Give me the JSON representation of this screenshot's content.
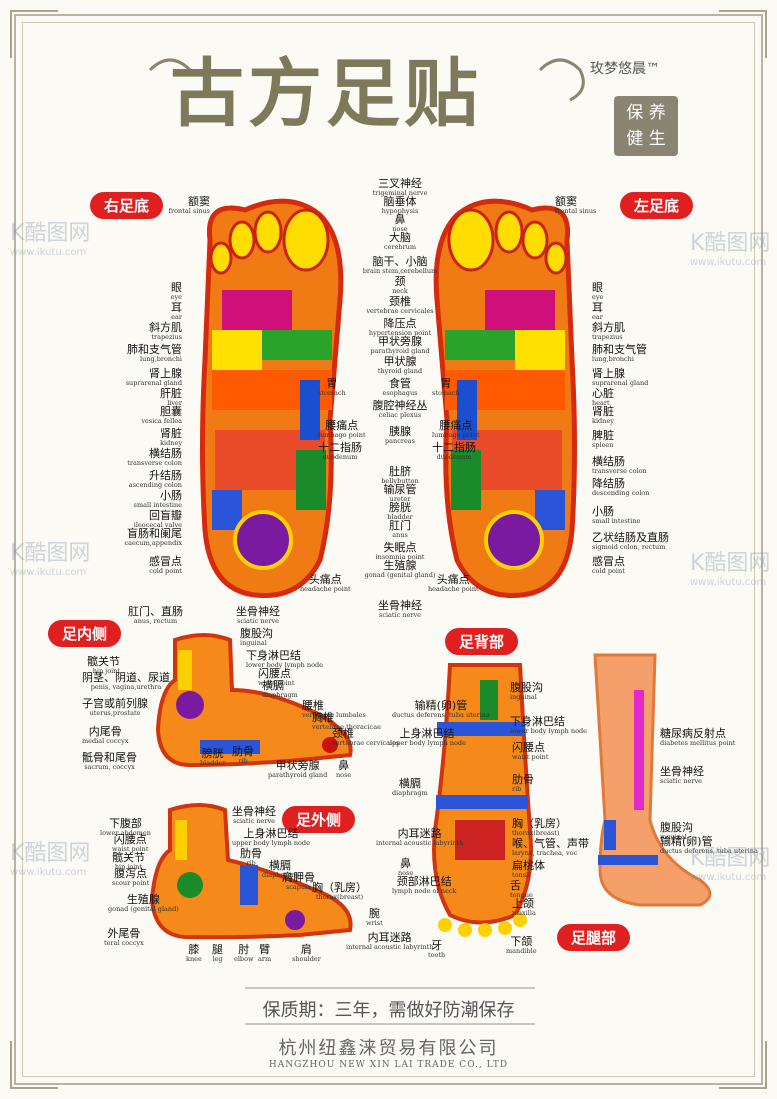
{
  "header": {
    "title": "古方足贴",
    "brand": "玫梦悠晨™",
    "seal_line1": "保 养",
    "seal_line2": "健 生"
  },
  "sections": {
    "right_sole": "右足底",
    "left_sole": "左足底",
    "inner_foot": "足内侧",
    "foot_top": "足背部",
    "outer_foot": "足外侧",
    "leg": "足腿部"
  },
  "center_labels": [
    {
      "zh": "三叉神经",
      "en": "trigeminal nerve"
    },
    {
      "zh": "脑垂体",
      "en": "hypophysis"
    },
    {
      "zh": "鼻",
      "en": "nose"
    },
    {
      "zh": "大脑",
      "en": "cerebrum"
    },
    {
      "zh": "脑干、小脑",
      "en": "brain stem,cerebellum"
    },
    {
      "zh": "颈",
      "en": "neck"
    },
    {
      "zh": "颈椎",
      "en": "vertebrae cervicales"
    },
    {
      "zh": "降压点",
      "en": "hypertension point"
    },
    {
      "zh": "甲状旁腺",
      "en": "parathyroid gland"
    },
    {
      "zh": "甲状腺",
      "en": "thyroid gland"
    },
    {
      "zh": "食管",
      "en": "esophagus"
    },
    {
      "zh": "腹腔神经丛",
      "en": "celiac plexus"
    },
    {
      "zh": "胰腺",
      "en": "pancreas"
    },
    {
      "zh": "肚脐",
      "en": "bellybutton"
    },
    {
      "zh": "输尿管",
      "en": "ureter"
    },
    {
      "zh": "膀胱",
      "en": "bladder"
    },
    {
      "zh": "肛门",
      "en": "anus"
    },
    {
      "zh": "失眠点",
      "en": "insomnia point"
    },
    {
      "zh": "生殖腺",
      "en": "gonad (genital gland)"
    },
    {
      "zh": "坐骨神经",
      "en": "sciatic nerve"
    }
  ],
  "center_pairs": [
    {
      "left": {
        "zh": "胃",
        "en": "stomach"
      },
      "right": {
        "zh": "胃",
        "en": "stomach"
      }
    },
    {
      "left": {
        "zh": "腰痛点",
        "en": "lumbago point"
      },
      "right": {
        "zh": "腰痛点",
        "en": "lumbago point"
      }
    },
    {
      "left": {
        "zh": "十二指肠",
        "en": "duodenum"
      },
      "right": {
        "zh": "十二指肠",
        "en": "duodenum"
      }
    },
    {
      "left": {
        "zh": "头痛点",
        "en": "headache point"
      },
      "right": {
        "zh": "头痛点",
        "en": "headache point"
      }
    }
  ],
  "right_sole_labels": [
    {
      "zh": "额窦",
      "en": "frontal sinus"
    },
    {
      "zh": "眼",
      "en": "eye"
    },
    {
      "zh": "耳",
      "en": "ear"
    },
    {
      "zh": "斜方肌",
      "en": "trapezius"
    },
    {
      "zh": "肺和支气管",
      "en": "lung,bronchi"
    },
    {
      "zh": "肾上腺",
      "en": "suprarenal gland"
    },
    {
      "zh": "肝脏",
      "en": "liver"
    },
    {
      "zh": "胆囊",
      "en": "vesica fellea"
    },
    {
      "zh": "肾脏",
      "en": "kidney"
    },
    {
      "zh": "横结肠",
      "en": "transverse colon"
    },
    {
      "zh": "升结肠",
      "en": "ascending colon"
    },
    {
      "zh": "小肠",
      "en": "small intestine"
    },
    {
      "zh": "回盲瓣",
      "en": "ileocecal valve"
    },
    {
      "zh": "盲肠和阑尾",
      "en": "caecum,appendix"
    },
    {
      "zh": "感冒点",
      "en": "cold point"
    }
  ],
  "left_sole_labels": [
    {
      "zh": "额窦",
      "en": "frontal sinus"
    },
    {
      "zh": "眼",
      "en": "eye"
    },
    {
      "zh": "耳",
      "en": "ear"
    },
    {
      "zh": "斜方肌",
      "en": "trapezius"
    },
    {
      "zh": "肺和支气管",
      "en": "lung,bronchi"
    },
    {
      "zh": "肾上腺",
      "en": "suprarenal gland"
    },
    {
      "zh": "心脏",
      "en": "heart"
    },
    {
      "zh": "肾脏",
      "en": "kidney"
    },
    {
      "zh": "脾脏",
      "en": "spleen"
    },
    {
      "zh": "横结肠",
      "en": "transverse colon"
    },
    {
      "zh": "降结肠",
      "en": "descending colon"
    },
    {
      "zh": "小肠",
      "en": "small intestine"
    },
    {
      "zh": "乙状结肠及直肠",
      "en": "sigmoid colon, rectum"
    },
    {
      "zh": "感冒点",
      "en": "cold point"
    }
  ],
  "inner_foot_labels": [
    {
      "zh": "肛门、直肠",
      "en": "anus, rectum"
    },
    {
      "zh": "坐骨神经",
      "en": "sciatic nerve"
    },
    {
      "zh": "腹股沟",
      "en": "inguinal"
    },
    {
      "zh": "髋关节",
      "en": "hip joint"
    },
    {
      "zh": "下身淋巴结",
      "en": "lower body lymph node"
    },
    {
      "zh": "闪腰点",
      "en": "waist point"
    },
    {
      "zh": "阴茎、阴道、尿道",
      "en": "penis, vagina,urethra"
    },
    {
      "zh": "横膈",
      "en": "diaphragm"
    },
    {
      "zh": "子宫或前列腺",
      "en": "uterus,prostate"
    },
    {
      "zh": "腰椎",
      "en": "vertebrae lumbales"
    },
    {
      "zh": "胸椎",
      "en": "vertebrae thoracicae"
    },
    {
      "zh": "内尾骨",
      "en": "medial coccyx"
    },
    {
      "zh": "颈椎",
      "en": "vertebrae cervicales"
    },
    {
      "zh": "骶骨和尾骨",
      "en": "sacrum, coccyx"
    },
    {
      "zh": "膀胱",
      "en": "bladder"
    },
    {
      "zh": "肋骨",
      "en": "rib"
    },
    {
      "zh": "甲状旁腺",
      "en": "parathyroid gland"
    },
    {
      "zh": "鼻",
      "en": "nose"
    }
  ],
  "outer_foot_labels": [
    {
      "zh": "坐骨神经",
      "en": "sciatic nerve"
    },
    {
      "zh": "下腹部",
      "en": "lower abdomen"
    },
    {
      "zh": "上身淋巴结",
      "en": "upper body lymph node"
    },
    {
      "zh": "闪腰点",
      "en": "waist point"
    },
    {
      "zh": "肋骨",
      "en": "rib"
    },
    {
      "zh": "横膈",
      "en": "diaphragm"
    },
    {
      "zh": "髋关节",
      "en": "hip joint"
    },
    {
      "zh": "肩胛骨",
      "en": "scapula"
    },
    {
      "zh": "腹泻点",
      "en": "scour point"
    },
    {
      "zh": "胸（乳房）",
      "en": "thorax(breast)"
    },
    {
      "zh": "生殖腺",
      "en": "gonad (genital gland)"
    },
    {
      "zh": "腕",
      "en": "wrist"
    },
    {
      "zh": "外尾骨",
      "en": "teral coccyx"
    },
    {
      "zh": "膝",
      "en": "knee"
    },
    {
      "zh": "腿",
      "en": "leg"
    },
    {
      "zh": "肘",
      "en": "elbow"
    },
    {
      "zh": "臂",
      "en": "arm"
    },
    {
      "zh": "肩",
      "en": "shoulder"
    },
    {
      "zh": "内耳迷路",
      "en": "internal acoustic labyrinth"
    }
  ],
  "foot_top_labels": [
    {
      "zh": "腹股沟",
      "en": "inguinal"
    },
    {
      "zh": "输精(卵)管",
      "en": "ductus deferens, tuba uterina"
    },
    {
      "zh": "下身淋巴结",
      "en": "lower body lymph node"
    },
    {
      "zh": "上身淋巴结",
      "en": "upper body lymph node"
    },
    {
      "zh": "闪腰点",
      "en": "waist point"
    },
    {
      "zh": "肋骨",
      "en": "rib"
    },
    {
      "zh": "横膈",
      "en": "diaphragm"
    },
    {
      "zh": "内耳迷路",
      "en": "internal acoustic labyrinth"
    },
    {
      "zh": "胸（乳房）",
      "en": "thorax(breast)"
    },
    {
      "zh": "喉、气管、声带",
      "en": "larynx, trachea, voc"
    },
    {
      "zh": "扁桃体",
      "en": "tonsil"
    },
    {
      "zh": "颈部淋巴结",
      "en": "lymph node of neck"
    },
    {
      "zh": "舌",
      "en": "tongue"
    },
    {
      "zh": "上颌",
      "en": "maxilla"
    },
    {
      "zh": "牙",
      "en": "tooth"
    },
    {
      "zh": "下颌",
      "en": "mandible"
    },
    {
      "zh": "鼻",
      "en": "nose"
    }
  ],
  "leg_labels": [
    {
      "zh": "糖尿病反射点",
      "en": "diabetes mellitus point"
    },
    {
      "zh": "坐骨神经",
      "en": "sciatic nerve"
    },
    {
      "zh": "腹股沟",
      "en": "inguinal"
    },
    {
      "zh": "输精(卵)管",
      "en": "ductus deferens, tuba uterina"
    }
  ],
  "watermark": {
    "logo": "K酷图网",
    "url": "www.ikutu.com"
  },
  "footer": {
    "shelf_life": "保质期：三年，需做好防潮保存",
    "company_zh": "杭州纽鑫涞贸易有限公司",
    "company_en": "HANGZHOU NEW XIN LAI TRADE CO., LTD"
  }
}
